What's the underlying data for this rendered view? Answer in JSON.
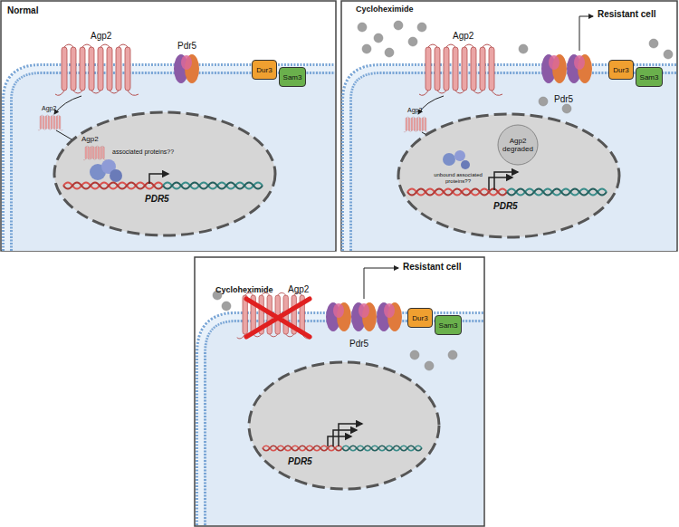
{
  "diagram": {
    "nodes": [
      {
        "text": [
          "Dur3"
        ]
      },
      {
        "text": [
          "Sam3"
        ]
      },
      {
        "text": [
          "Dur3"
        ]
      },
      {
        "text": [
          "Sam3"
        ]
      },
      {
        "text": [
          "Dur3"
        ]
      },
      {
        "text": [
          "Sam3"
        ]
      }
    ],
    "labels": [
      "Normal",
      "Agp2",
      "Pdr5",
      "Agp2",
      "Agp2",
      "associated proteins??",
      "PDR5",
      "Cycloheximide",
      "Agp2",
      "Pdr5",
      "Resistant cell",
      "Agp2",
      "Agp2 degraded",
      "unbound associated proteins??",
      "PDR5",
      "Cycloheximide",
      "Agp2",
      "Pdr5",
      "Resistant cell",
      "PDR5"
    ]
  }
}
